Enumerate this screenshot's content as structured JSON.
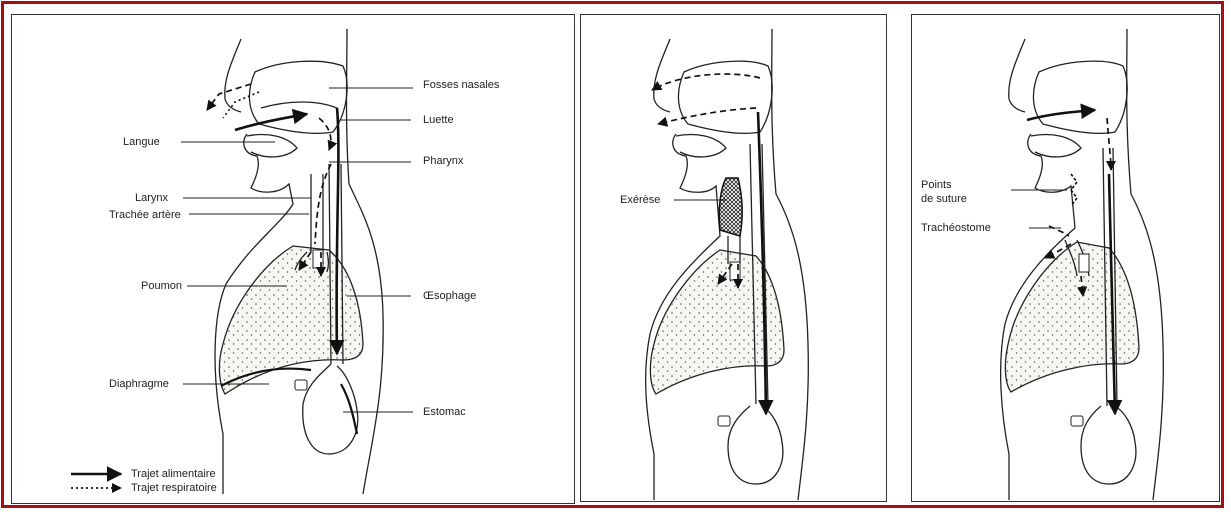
{
  "colors": {
    "frame": "#a40f14",
    "ink": "#222222",
    "lung_fill": "#f6f6f3"
  },
  "panel1": {
    "labels": {
      "fosses_nasales": "Fosses nasales",
      "luette": "Luette",
      "langue": "Langue",
      "pharynx": "Pharynx",
      "larynx": "Larynx",
      "trachee": "Trachée artère",
      "poumon": "Poumon",
      "oesophage": "Œsophage",
      "diaphragme": "Diaphragme",
      "estomac": "Estomac"
    },
    "legend": {
      "alimentaire": "Trajet alimentaire",
      "respiratoire": "Trajet respiratoire"
    }
  },
  "panel2": {
    "labels": {
      "exerese": "Exérèse"
    }
  },
  "panel3": {
    "labels": {
      "points": "Points",
      "de_suture": "de suture",
      "tracheostome": "Trachéostome"
    }
  }
}
